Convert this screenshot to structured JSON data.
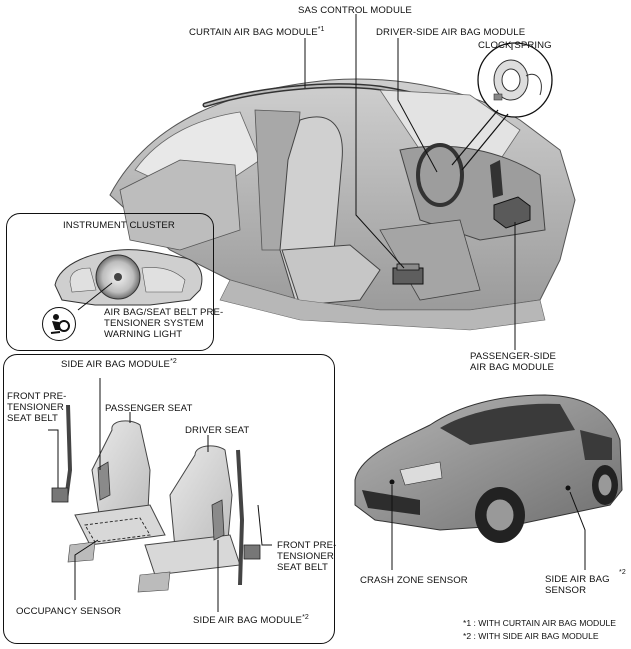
{
  "labels": {
    "sas_control_module": "SAS CONTROL MODULE",
    "curtain_air_bag_module": "CURTAIN AIR BAG MODULE",
    "curtain_marker": "*1",
    "driver_side_air_bag_module": "DRIVER-SIDE AIR BAG MODULE",
    "clock_spring": "CLOCK SPRING",
    "instrument_cluster": "INSTRUMENT CLUSTER",
    "warning_light": [
      "AIR BAG/SEAT BELT PRE-",
      "TENSIONER SYSTEM",
      "WARNING LIGHT"
    ],
    "passenger_side_air_bag_module": [
      "PASSENGER-SIDE",
      "AIR BAG MODULE"
    ],
    "side_air_bag_module": "SIDE AIR BAG MODULE",
    "side_marker": "*2",
    "front_pretensioner_left": [
      "FRONT PRE-",
      "TENSIONER",
      "SEAT BELT"
    ],
    "passenger_seat": "PASSENGER SEAT",
    "driver_seat": "DRIVER SEAT",
    "front_pretensioner_right": [
      "FRONT PRE-",
      "TENSIONER",
      "SEAT BELT"
    ],
    "occupancy_sensor": "OCCUPANCY SENSOR",
    "side_air_bag_module_bottom": "SIDE AIR BAG MODULE",
    "side_marker_bottom": "*2",
    "crash_zone_sensor": "CRASH ZONE SENSOR",
    "side_air_bag_sensor": [
      "SIDE AIR BAG",
      "SENSOR"
    ],
    "side_sensor_marker": "*2"
  },
  "footnotes": [
    {
      "mark": "*1",
      "text": ": WITH CURTAIN AIR BAG MODULE"
    },
    {
      "mark": "*2",
      "text": ": WITH SIDE AIR BAG MODULE"
    }
  ],
  "colors": {
    "ink": "#111111",
    "body_grey": "#9a9a9a",
    "car_grey": "#8c8c8c",
    "shade_dark": "#4a4a4a",
    "shade_light": "#d6d6d6",
    "module_grey": "#5e5e5e"
  },
  "icons": [
    "airbag-warning-icon"
  ]
}
